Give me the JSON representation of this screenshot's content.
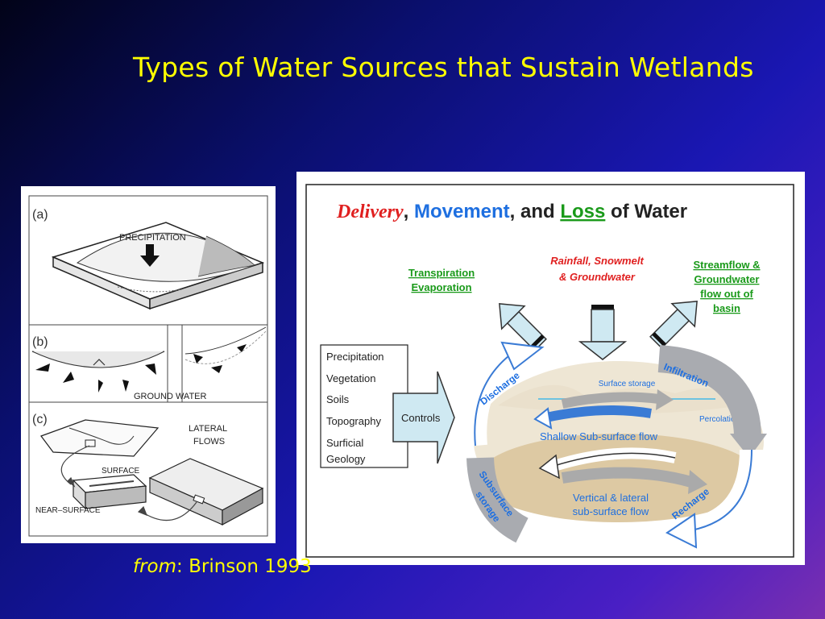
{
  "slide": {
    "title": "Types of Water Sources that Sustain Wetlands",
    "caption_prefix": "from",
    "caption_rest": ": Brinson 1993"
  },
  "left_figure": {
    "label_a": "(a)",
    "label_b": "(b)",
    "label_c": "(c)",
    "precipitation": "PRECIPITATION",
    "ground_water": "GROUND WATER",
    "lateral_flows_1": "LATERAL",
    "lateral_flows_2": "FLOWS",
    "surface": "SURFACE",
    "near_surface": "NEAR–SURFACE"
  },
  "right_figure": {
    "heading_delivery": "Delivery",
    "heading_comma1": ", ",
    "heading_movement": "Movement",
    "heading_comma2": ", and ",
    "heading_loss": "Loss",
    "heading_tail": " of Water",
    "transpiration_1": "Transpiration",
    "transpiration_2": "Evaporation",
    "rainfall_1": "Rainfall, Snowmelt",
    "rainfall_2": "& Groundwater",
    "streamflow_1": "Streamflow &",
    "streamflow_2": "Groundwater",
    "streamflow_3": "flow out of",
    "streamflow_4": "basin",
    "controls_list": [
      "Precipitation",
      "Vegetation",
      "Soils",
      "Topography",
      "Surficial",
      "Geology"
    ],
    "controls": "Controls",
    "discharge": "Discharge",
    "infiltration": "Infiltration",
    "surface_storage": "Surface storage",
    "percolation": "Percolation",
    "shallow_flow": "Shallow Sub-surface flow",
    "subsurface_storage_1": "Subsurface",
    "subsurface_storage_2": "storage",
    "vertical_1": "Vertical & lateral",
    "vertical_2": "sub-surface flow",
    "recharge": "Recharge"
  },
  "colors": {
    "title_yellow": "#ffff00",
    "delivery_red": "#e02020",
    "movement_blue": "#1e6fe0",
    "loss_green": "#1a9a1a",
    "arrow_gray": "#a9abb0",
    "arrow_blue": "#3a7bd5",
    "light_blue": "#cfe9f2"
  }
}
